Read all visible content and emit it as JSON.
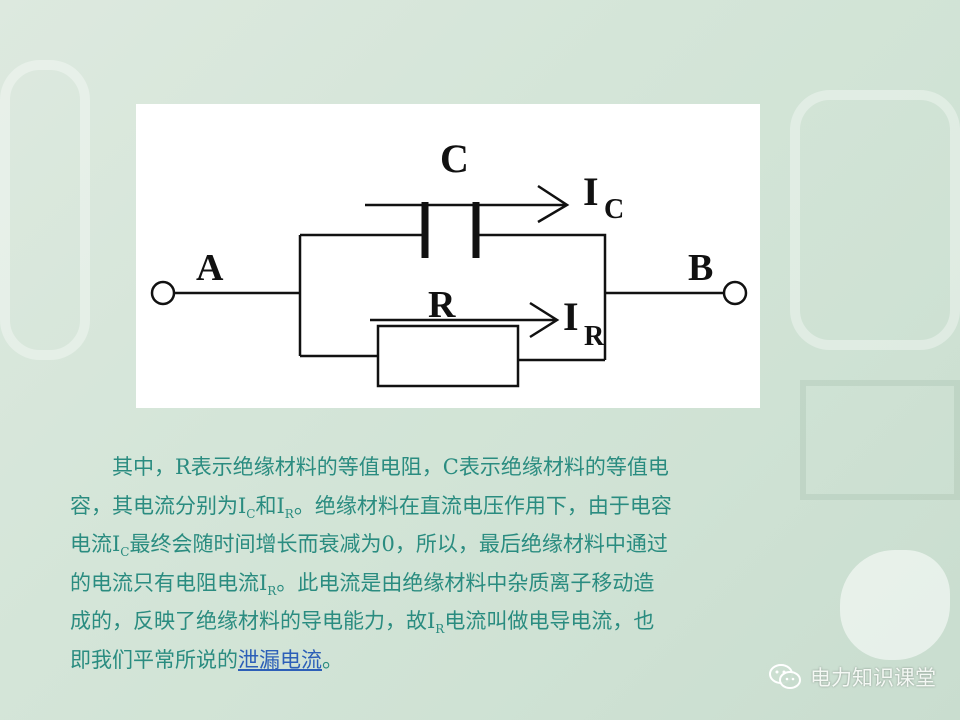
{
  "diagram": {
    "labels": {
      "capacitor": "C",
      "current_c_main": "I",
      "current_c_sub": "C",
      "node_a": "A",
      "node_b": "B",
      "resistor": "R",
      "current_r_main": "I",
      "current_r_sub": "R"
    }
  },
  "paragraph": {
    "lines": [
      [
        {
          "t": "　　其中，R表示绝缘材料的等值电阻，C表示绝缘材料的等值电"
        }
      ],
      [
        {
          "t": "容，其电流分别为I"
        },
        {
          "t": "C",
          "sub": true
        },
        {
          "t": "和I"
        },
        {
          "t": "R",
          "sub": true
        },
        {
          "t": "。绝缘材料在直流电压作用下，由于电容"
        }
      ],
      [
        {
          "t": "电流I"
        },
        {
          "t": "C",
          "sub": true
        },
        {
          "t": "最终会随时间增长而衰减为0，所以，最后绝缘材料中通过"
        }
      ],
      [
        {
          "t": "的电流只有电阻电流I"
        },
        {
          "t": "R",
          "sub": true
        },
        {
          "t": "。此电流是由绝缘材料中杂质离子移动造"
        }
      ],
      [
        {
          "t": "成的，反映了绝缘材料的导电能力，故I"
        },
        {
          "t": "R",
          "sub": true
        },
        {
          "t": "电流叫做电导电流，也"
        }
      ],
      [
        {
          "t": "即我们平常所说的"
        },
        {
          "t": "泄漏电流",
          "link": true
        },
        {
          "t": "。"
        }
      ]
    ]
  },
  "watermark": {
    "icon": "wechat-icon",
    "text": "电力知识课堂"
  },
  "colors": {
    "text": "#2a8c80",
    "link": "#2c5fb8",
    "background": "#d4e5d8"
  }
}
